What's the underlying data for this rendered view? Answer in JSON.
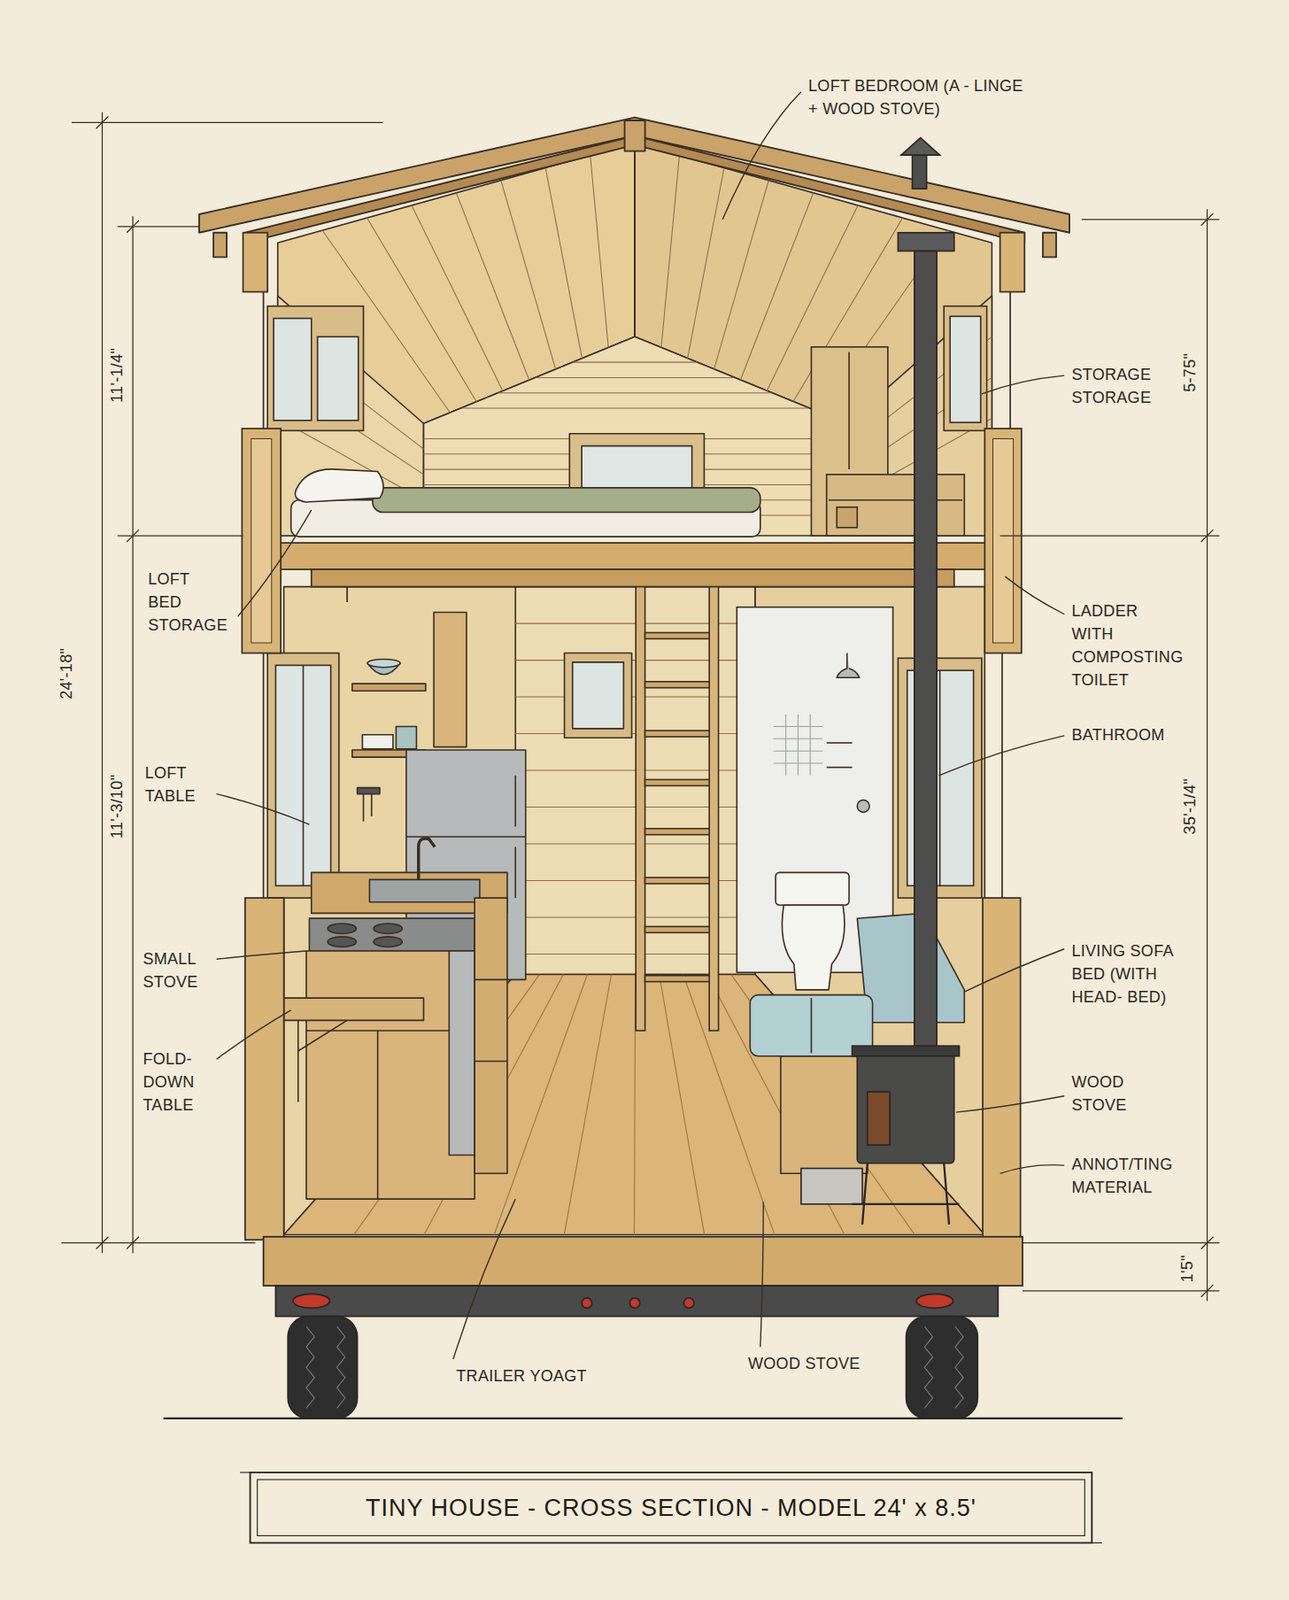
{
  "diagram": {
    "title": "TINY HOUSE - CROSS SECTION - MODEL 24' x 8.5'",
    "labels": [
      "LOFT BEDROOM (A - LINGE + WOOD STOVE)",
      "11'-1/4\"",
      "STORAGE STORAGE",
      "5-75\"",
      "LOFT BED STORAGE",
      "LADDER WITH COMPOSTING TOILET",
      "24'-18\"",
      "BATHROOM",
      "LOFT TABLE",
      "11'-3/10\"",
      "35'-1/4\"",
      "SMALL STOVE",
      "LIVING SOFA BED (WITH HEAD- BED)",
      "FOLD- DOWN TABLE",
      "WOOD STOVE",
      "ANNOT/TING MATERIAL",
      "1'5\"",
      "TRAILER YOAGT",
      "WOOD STOVE"
    ]
  }
}
